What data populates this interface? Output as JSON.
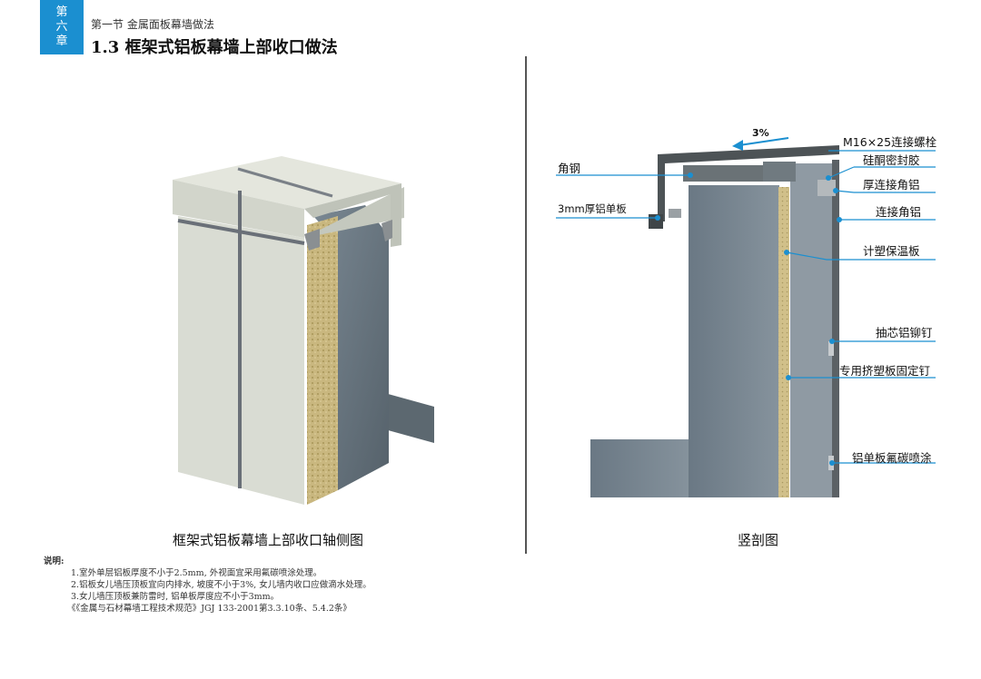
{
  "header": {
    "chapter_tab": [
      "第",
      "六",
      "章"
    ],
    "section": "第一节 金属面板幕墙做法",
    "title": "1.3 框架式铝板幕墙上部收口做法"
  },
  "figures": {
    "left_caption": "框架式铝板幕墙上部收口轴侧图",
    "right_caption": "竖剖图"
  },
  "section_diagram": {
    "slope": "3%",
    "labels": {
      "bolt": "M16×25连接螺栓",
      "sealant": "硅酮密封胶",
      "angle_steel": "角钢",
      "thick_angle": "厚连接角铝",
      "single_panel": "3mm厚铝单板",
      "connect_angle": "连接角铝",
      "insulation": "计塑保温板",
      "rivet": "抽芯铝铆钉",
      "nail": "专用挤塑板固定钉",
      "coating": "铝单板氟碳喷涂"
    }
  },
  "notes": {
    "heading": "说明:",
    "items": [
      "1.室外单层铝板厚度不小于2.5mm, 外视面宜采用氟碳喷涂处理。",
      "2.铝板女儿墙压顶板宜向内排水, 坡度不小于3%, 女儿墙内收口应做滴水处理。",
      "3.女儿墙压顶板兼防雷时, 铝单板厚度应不小于3mm。"
    ],
    "reference": "《《金属与石材幕墙工程技术规范》JGJ 133-2001第3.3.10条、5.4.2条》"
  },
  "colors": {
    "accent": "#1b8fd0",
    "panel": "#d9dcd3",
    "concrete": "#6f7e8a",
    "insulation": "#c9b77f",
    "steel": "#4d5356"
  }
}
